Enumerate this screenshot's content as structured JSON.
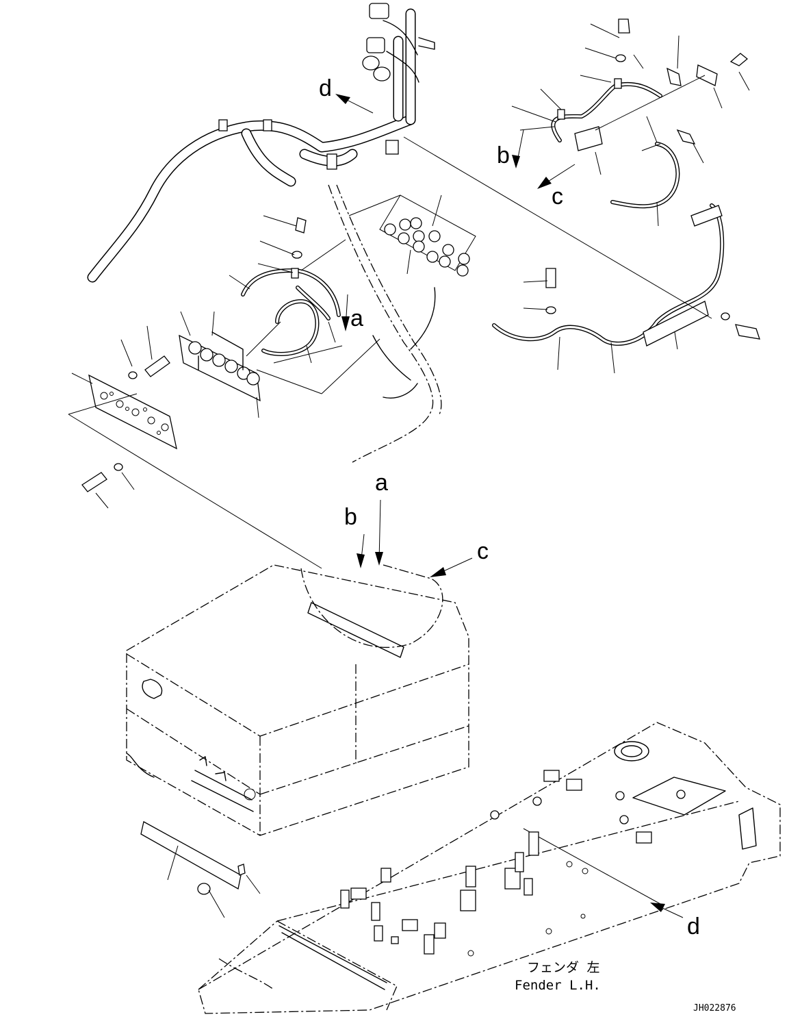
{
  "drawing": {
    "view_labels": {
      "a_upper": "a",
      "b_upper": "b",
      "c_upper": "c",
      "d_upper": "d",
      "a_lower": "a",
      "b_lower": "b",
      "c_lower": "c",
      "d_lower": "d"
    },
    "caption": {
      "line_japanese": "フェンダ 左",
      "line_english": "Fender L.H."
    },
    "drawing_code": "JH022876"
  }
}
